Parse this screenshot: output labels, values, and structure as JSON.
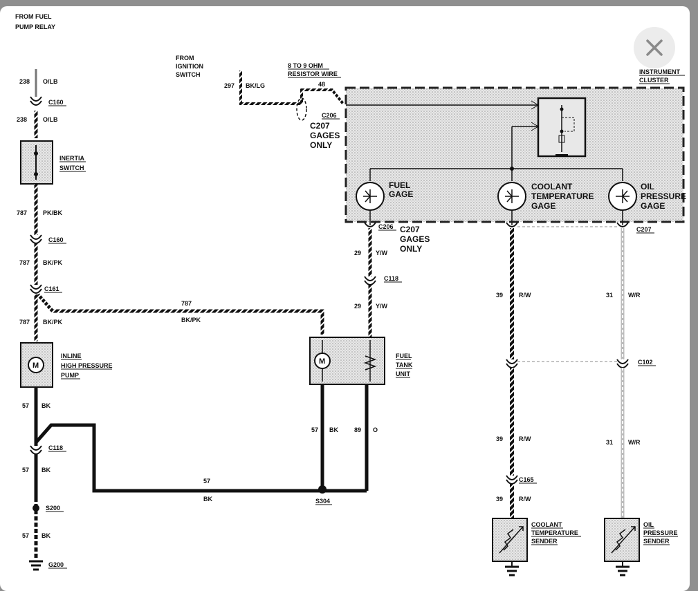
{
  "viewer": {
    "close_icon": "close-icon"
  },
  "labels": {
    "from_fuel": "FROM FUEL",
    "pump_relay": "PUMP RELAY",
    "from": "FROM",
    "ignition": "IGNITION",
    "switch": "SWITCH",
    "resistor_ohm": "8 TO 9 OHM",
    "resistor_wire": "RESISTOR WIRE",
    "instrument": "INSTRUMENT",
    "cluster": "CLUSTER",
    "w238a": "238",
    "c_olb_a": "O/LB",
    "c160a": "C160",
    "w238b": "238",
    "c_olb_b": "O/LB",
    "inertia": "INERTIA",
    "inertia_switch": "SWITCH",
    "w787a": "787",
    "c_pkbk": "PK/BK",
    "c160b": "C160",
    "w787b": "787",
    "c_bkpk_a": "BK/PK",
    "c161": "C161",
    "w787c": "787",
    "c_bkpk_b": "BK/PK",
    "w787d": "787",
    "c_bkpk_c": "BK/PK",
    "inline": "INLINE",
    "hp": "HIGH PRESSURE",
    "pump": "PUMP",
    "w57a": "57",
    "c_bka": "BK",
    "c118a": "C118",
    "w57b": "57",
    "c_bkb": "BK",
    "s200": "S200",
    "w57c": "57",
    "c_bkc": "BK",
    "g200": "G200",
    "w297": "297",
    "c_bklg": "BK/LG",
    "w48": "48",
    "c206a": "C206",
    "c207a1": "C207",
    "c207a2": "GAGES",
    "c207a3": "ONLY",
    "fuel_gage1": "FUEL",
    "fuel_gage2": "GAGE",
    "cool1": "COOLANT",
    "cool2": "TEMPERATURE",
    "cool3": "GAGE",
    "oil1": "OIL",
    "oil2": "PRESSURE",
    "oil3": "GAGE",
    "c206b": "C206",
    "c207b1": "C207",
    "c207b2": "GAGES",
    "c207b3": "ONLY",
    "c207c": "C207",
    "w29a": "29",
    "c_yw_a": "Y/W",
    "c118b": "C118",
    "w29b": "29",
    "c_yw_b": "Y/W",
    "fuel_tank1": "FUEL",
    "fuel_tank2": "TANK",
    "fuel_tank3": "UNIT",
    "w57d": "57",
    "c_bkd": "BK",
    "w89": "89",
    "c_o": "O",
    "w57e": "57",
    "c_bke": "BK",
    "s304": "S304",
    "w39a": "39",
    "c_rw_a": "R/W",
    "w31a": "31",
    "c_wr_a": "W/R",
    "c102": "C102",
    "w39b": "39",
    "c_rw_b": "R/W",
    "w31b": "31",
    "c_wr_b": "W/R",
    "c165": "C165",
    "w39c": "39",
    "c_rw_c": "R/W",
    "cs1": "COOLANT",
    "cs2": "TEMPERATURE",
    "cs3": "SENDER",
    "os1": "OIL",
    "os2": "PRESSURE",
    "os3": "SENDER"
  }
}
